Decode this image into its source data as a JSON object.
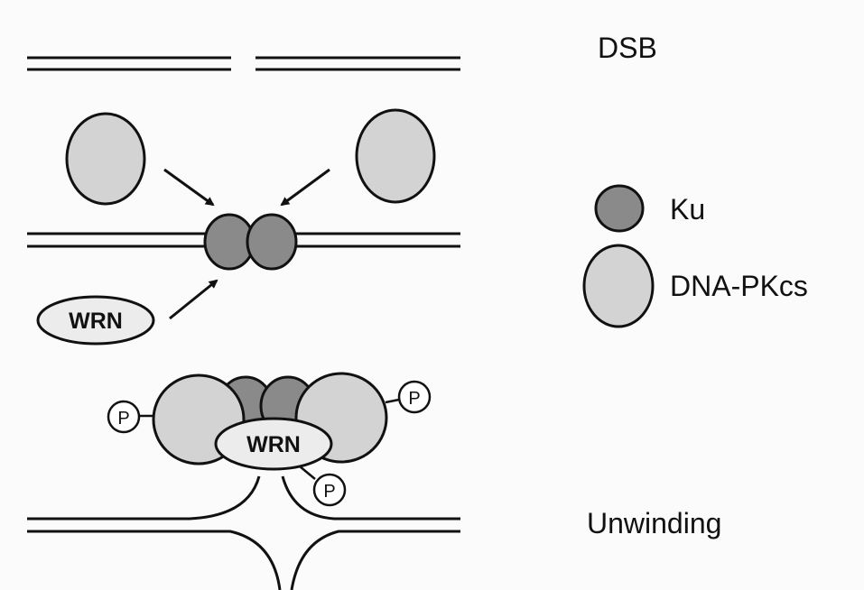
{
  "labels": {
    "dsb": "DSB",
    "ku": "Ku",
    "dna_pkcs": "DNA-PKcs",
    "unwinding": "Unwinding"
  },
  "proteins": {
    "wrn": "WRN",
    "phospho": "P"
  },
  "colors": {
    "ku": "#8a8a8a",
    "dna_pkcs": "#d3d3d3",
    "wrn": "#ececec",
    "strand": "#111111",
    "background": "#fbfbfb"
  }
}
